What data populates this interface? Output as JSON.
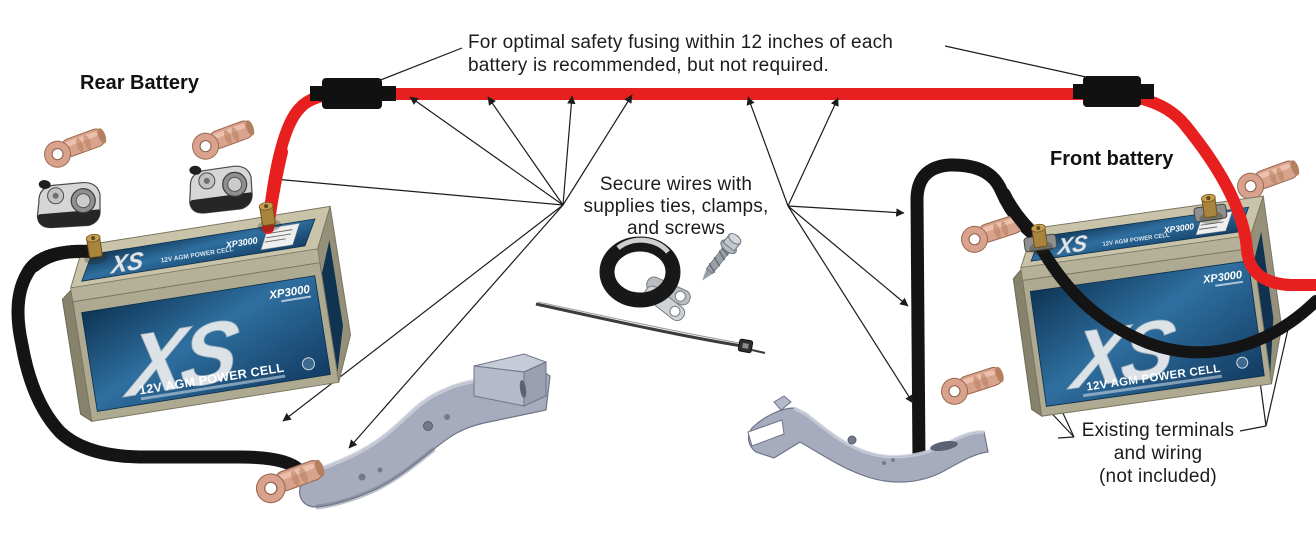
{
  "page": {
    "background": "#ffffff"
  },
  "labels": {
    "rear_battery": "Rear Battery",
    "front_battery": "Front battery"
  },
  "notes": {
    "fusing": {
      "line1": "For optimal safety fusing within 12 inches of each",
      "line2": "battery is recommended, but not required."
    },
    "secure": {
      "line1": "Secure wires with",
      "line2": "supplies ties, clamps,",
      "line3": "and screws"
    },
    "existing": {
      "line1": "Existing terminals",
      "line2": "and wiring",
      "line3": "(not included)"
    }
  },
  "battery": {
    "brand": "XS",
    "model": "XP3000",
    "type": "12V AGM POWER CELL"
  },
  "colors": {
    "power_wire_red": "#e81f1f",
    "ground_wire_black": "#141414",
    "fuse_holder": "#111111",
    "copper_lug": "#d9a28c",
    "battery_case": "#b5b098",
    "battery_label_dark": "#0f3a5e",
    "battery_label_light": "#2f6f9f",
    "bracket_gray": "#a6acbe"
  }
}
